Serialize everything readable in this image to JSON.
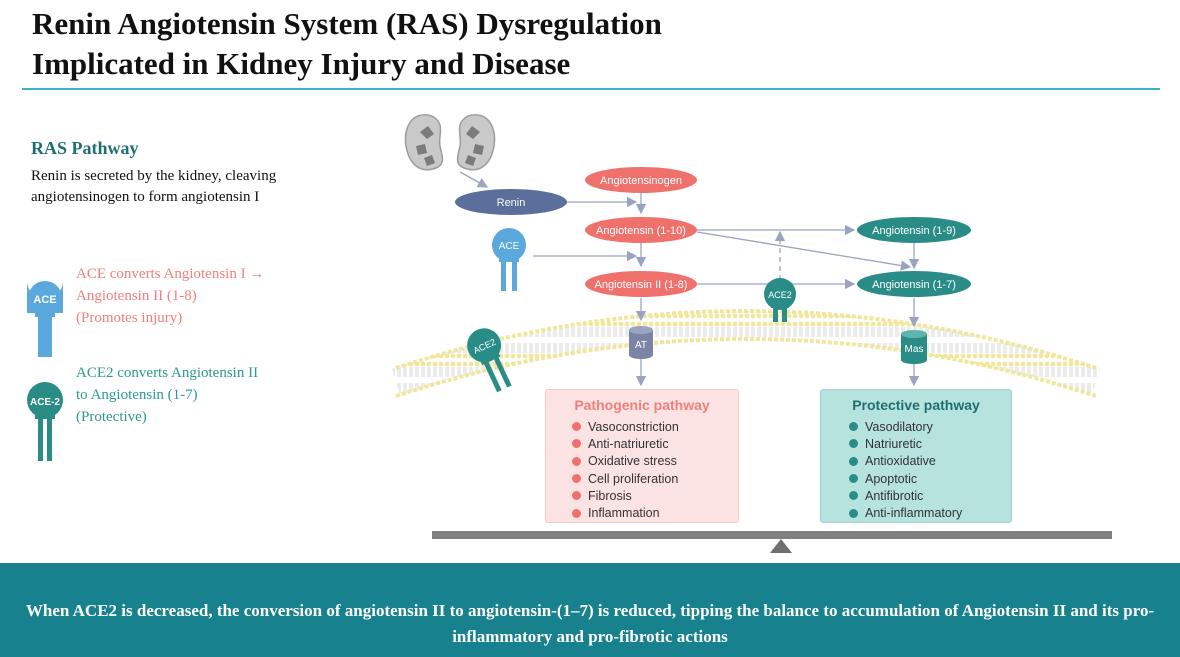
{
  "title": {
    "line1": "Renin Angiotensin System (RAS) Dysregulation",
    "line2": "Implicated in Kidney Injury and Disease"
  },
  "sidebar": {
    "heading": "RAS Pathway",
    "description": "Renin is secreted by the kidney, cleaving angiotensinogen to form angiotensin I",
    "ace_icon_label": "ACE",
    "ace_line1": "ACE converts Angiotensin I →",
    "ace_line2": "Angiotensin II (1-8)",
    "ace_line3": "(Promotes injury)",
    "ace2_icon_label": "ACE-2",
    "ace2_line1": "ACE2 converts Angiotensin II",
    "ace2_line2": "to Angiotensin (1-7)",
    "ace2_line3": "(Protective)"
  },
  "diagram": {
    "renin": "Renin",
    "angiotensinogen": "Angiotensinogen",
    "angiotensin_1_10": "Angiotensin (1-10)",
    "angiotensin_1_9": "Angiotensin (1-9)",
    "angiotensin_ii": "Angiotensin II (1-8)",
    "angiotensin_1_7": "Angiotensin (1-7)",
    "ace_label": "ACE",
    "ace2_label": "ACE2",
    "membrane_ace2_label": "ACE2",
    "at_receptor": "AT",
    "mas_receptor": "Mas",
    "pathogenic": {
      "title": "Pathogenic pathway",
      "items": [
        "Vasoconstriction",
        "Anti-natriuretic",
        "Oxidative stress",
        "Cell proliferation",
        "Fibrosis",
        "Inflammation"
      ]
    },
    "protective": {
      "title": "Protective pathway",
      "items": [
        "Vasodilatory",
        "Natriuretic",
        "Antioxidative",
        "Apoptotic",
        "Antifibrotic",
        "Anti-inflammatory"
      ]
    }
  },
  "banner": {
    "text": "When ACE2 is decreased, the conversion of angiotensin II to angiotensin-(1–7) is reduced, tipping the balance to accumulation of Angiotensin II and its pro-inflammatory and pro-fibrotic actions"
  },
  "colors": {
    "teal": "#2a8c86",
    "coral": "#f0716c",
    "ace_blue": "#5aa8dc",
    "renin_blue": "#5c6e9c",
    "banner": "#17828d"
  }
}
